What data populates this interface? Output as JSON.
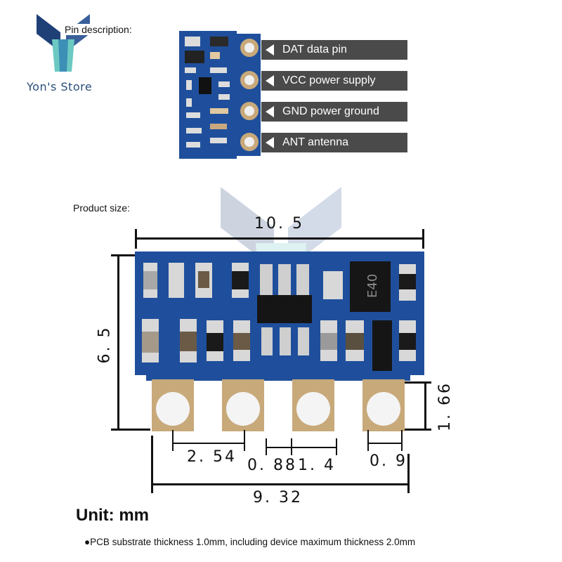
{
  "brand": {
    "name": "Yon's Store"
  },
  "sections": {
    "pin_description_label": "Pin description:",
    "product_size_label": "Product size:"
  },
  "pins": [
    {
      "label": "DAT data pin"
    },
    {
      "label": "VCC power supply"
    },
    {
      "label": "GND power ground"
    },
    {
      "label": "ANT antenna"
    }
  ],
  "dimensions": {
    "width": "10. 5",
    "height": "6. 5",
    "pad_height": "1. 66",
    "pitch": "2. 54",
    "gap_a": "0. 88",
    "gap_b": "1. 4",
    "pad_width": "0. 9",
    "span": "9. 32"
  },
  "chip_marking": "E40",
  "unit": "Unit: mm",
  "note": "●PCB substrate thickness 1.0mm, including device maximum thickness 2.0mm",
  "colors": {
    "pcb": "#1f4f9c",
    "label_bg": "#4a4a4a",
    "pad": "#c8a97a",
    "brand": "#2a4f7a"
  }
}
